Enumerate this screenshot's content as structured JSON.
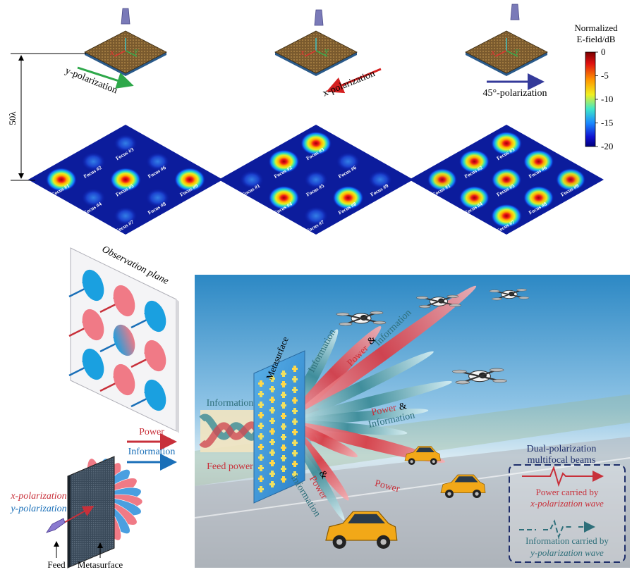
{
  "colorbar": {
    "title_line1": "Normalized",
    "title_line2": "E-field/dB",
    "ticks": [
      "0",
      "-5",
      "-10",
      "-15",
      "-20"
    ]
  },
  "distance_label": "50λ",
  "panels": [
    {
      "polarization": "y-polarization",
      "arrow_color": "#2ea84a",
      "foci_strength": [
        1,
        0.25,
        0.2,
        0.25,
        1,
        0.2,
        0.2,
        0.25,
        1
      ]
    },
    {
      "polarization": "x-polarization",
      "arrow_color": "#d42020",
      "foci_strength": [
        0.25,
        1,
        1,
        1,
        0.2,
        0.25,
        0.3,
        1,
        0.25
      ]
    },
    {
      "polarization": "45°-polarization",
      "arrow_color": "#343a9a",
      "foci_strength": [
        0.85,
        0.95,
        1,
        0.95,
        0.9,
        0.95,
        1,
        0.95,
        0.85
      ]
    }
  ],
  "focus_labels": [
    "Focus #1",
    "Focus #2",
    "Focus #3",
    "Focus #4",
    "Focus #5",
    "Focus #6",
    "Focus #7",
    "Focus #8",
    "Focus #9"
  ],
  "axes": {
    "x": "x",
    "y": "y"
  },
  "observation": {
    "title": "Observation plane",
    "legend_power": "Power",
    "legend_info": "Information"
  },
  "side_labels": {
    "x_pol": "x-polarization",
    "y_pol": "y-polarization",
    "feed": "Feed",
    "metasurface": "Metasurface"
  },
  "scene": {
    "metasurface": "Metasurface",
    "information": "Information",
    "feed_power": "Feed power",
    "beam_labels": {
      "info_top": "Information",
      "power_and": "Power",
      "amp": "&",
      "information2": "Information",
      "power_low": "Power",
      "power_bottom": "Power",
      "information3": "Information"
    },
    "legend": {
      "title_line1": "Dual-polarization",
      "title_line2": "multifocal beams",
      "power_line1": "Power carried by",
      "power_line2": "x-polarization wave",
      "info_line1": "Information carried by",
      "info_line2": "y-polarization wave"
    }
  },
  "colors": {
    "power": "#c8303a",
    "information": "#1a6fb8",
    "teal": "#2e6f7a",
    "navy": "#1e2e6a"
  }
}
